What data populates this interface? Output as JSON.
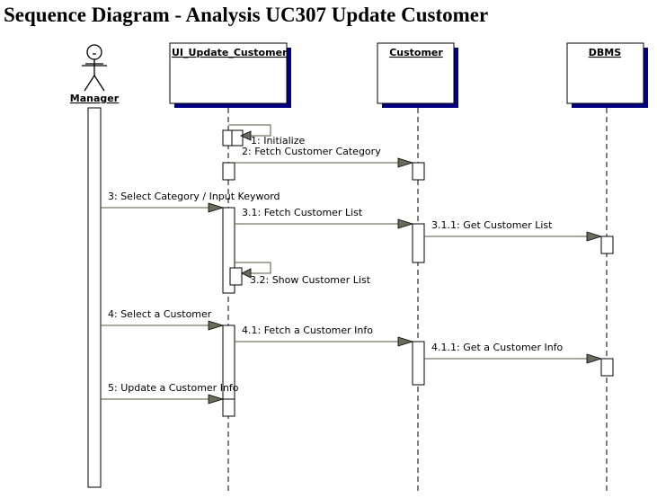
{
  "title": "Sequence Diagram - Analysis UC307 Update Customer",
  "colors": {
    "arrowhead": "#6b6b5a",
    "arrow_line": "#4d5a3d",
    "shadow": "#000080",
    "line": "#000000"
  },
  "participants": [
    {
      "id": "manager",
      "name": "Manager",
      "kind": "actor"
    },
    {
      "id": "ui",
      "name": "UI_Update_Customer",
      "kind": "object"
    },
    {
      "id": "customer",
      "name": "Customer",
      "kind": "object"
    },
    {
      "id": "dbms",
      "name": "DBMS",
      "kind": "object"
    }
  ],
  "messages": [
    {
      "id": "m1",
      "label": "1: Initialize",
      "from": "ui",
      "to": "ui"
    },
    {
      "id": "m2",
      "label": "2: Fetch Customer Category",
      "from": "ui",
      "to": "customer"
    },
    {
      "id": "m3",
      "label": "3: Select Category / Input Keyword",
      "from": "manager",
      "to": "ui"
    },
    {
      "id": "m31",
      "label": "3.1: Fetch Customer List",
      "from": "ui",
      "to": "customer"
    },
    {
      "id": "m311",
      "label": "3.1.1: Get Customer List",
      "from": "customer",
      "to": "dbms"
    },
    {
      "id": "m32",
      "label": "3.2: Show Customer List",
      "from": "ui",
      "to": "ui"
    },
    {
      "id": "m4",
      "label": "4: Select a Customer",
      "from": "manager",
      "to": "ui"
    },
    {
      "id": "m41",
      "label": "4.1: Fetch a Customer Info",
      "from": "ui",
      "to": "customer"
    },
    {
      "id": "m411",
      "label": "4.1.1: Get a Customer Info",
      "from": "customer",
      "to": "dbms"
    },
    {
      "id": "m5",
      "label": "5: Update a Customer Info",
      "from": "manager",
      "to": "ui"
    }
  ]
}
